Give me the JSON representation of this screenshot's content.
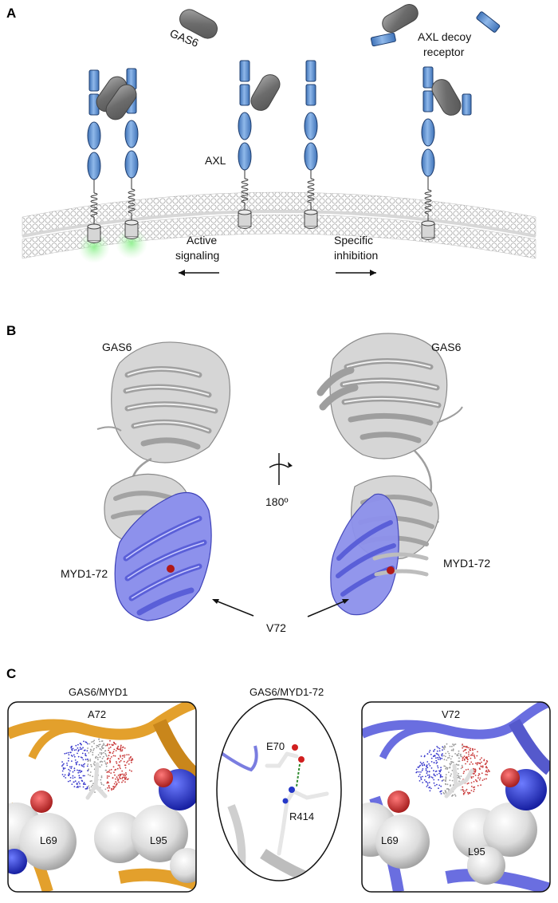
{
  "panel_a": {
    "letter": "A",
    "gas6_label": "GAS6",
    "decoy_label_line1": "AXL decoy",
    "decoy_label_line2": "receptor",
    "axl_label": "AXL",
    "active_line1": "Active",
    "active_line2": "signaling",
    "inhibition_line1": "Specific",
    "inhibition_line2": "inhibition"
  },
  "panel_b": {
    "letter": "B",
    "gas6_left": "GAS6",
    "gas6_right": "GAS6",
    "rotation": "180º",
    "myd_left": "MYD1-72",
    "myd_right": "MYD1-72",
    "v72": "V72"
  },
  "panel_c": {
    "letter": "C",
    "left_title": "GAS6/MYD1",
    "right_title": "GAS6/MYD1-72",
    "left": {
      "residue": "A72",
      "l69": "L69",
      "l95": "L95"
    },
    "middle": {
      "e70": "E70",
      "r414": "R414"
    },
    "right": {
      "residue": "V72",
      "l69": "L69",
      "l95": "L95"
    }
  },
  "colors": {
    "axl_blue": "#5b8fd0",
    "gas6_gray": "#8a8a8a",
    "myd_purple": "#6a6ee0",
    "gas6_ribbon": "#bdbdbd",
    "myd1_orange": "#e3a02c",
    "signal_green": "#7fe07f"
  }
}
